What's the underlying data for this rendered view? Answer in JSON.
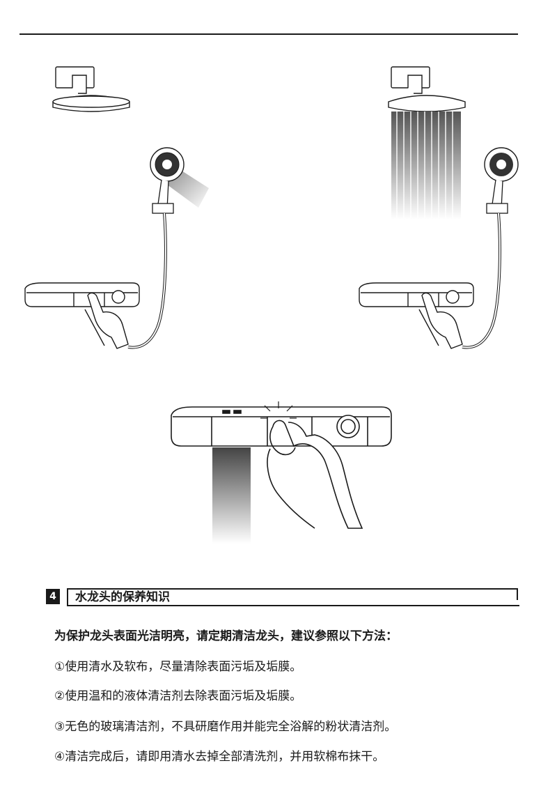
{
  "section": {
    "number": "4",
    "title": "水龙头的保养知识"
  },
  "intro": "为保护龙头表面光洁明亮，请定期清洁龙头，建议参照以下方法：",
  "items": [
    "①使用清水及软布，尽量清除表面污垢及垢膜。",
    "②使用温和的液体清洁剂去除表面污垢及垢膜。",
    "③无色的玻璃清洁剂，不具研磨作用并能完全浴解的粉状清洁剂。",
    "④清洁完成后，请即用清水去掉全部清洗剂，并用软棉布抹干。"
  ]
}
